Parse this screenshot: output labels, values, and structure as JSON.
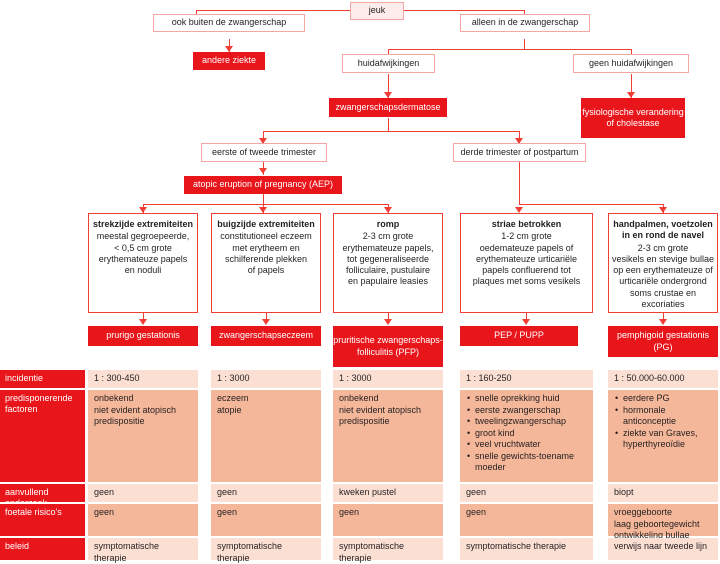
{
  "flow": {
    "root": {
      "label": "jeuk"
    },
    "level1": [
      {
        "label": "ook buiten de zwangerschap"
      },
      {
        "label": "alleen in de zwangerschap"
      }
    ],
    "outcome_other": {
      "label": "andere ziekte"
    },
    "level2": [
      {
        "label": "huidafwijkingen"
      },
      {
        "label": "geen huidafwijkingen"
      }
    ],
    "dermatose": {
      "label": "zwangerschapsdermatose"
    },
    "cholestase": {
      "label": "fysiologische verandering of cholestase"
    },
    "level3": [
      {
        "label": "eerste of tweede trimester"
      },
      {
        "label": "derde trimester of postpartum"
      }
    ],
    "aep": {
      "label": "atopic eruption of pregnancy (AEP)"
    }
  },
  "columns": [
    {
      "key": "prurigo",
      "desc_title": "strekzijde extremiteiten",
      "desc_body": "meestal gegroepeerde,\n< 0,5 cm grote\nerythemateuze papels\nen noduli",
      "diagnosis": "prurigo gestationis",
      "incidentie": "1 : 300-450",
      "predisponerende_factoren": "onbekend\nniet evident atopisch\npredispositie",
      "predisponerende_list": [],
      "aanvullend_onderzoek": "geen",
      "foetale_risicos": "geen",
      "beleid": "symptomatische therapie"
    },
    {
      "key": "eczeem",
      "desc_title": "buigzijde extremiteiten",
      "desc_body": "constitutioneel eczeem\nmet erytheem en\nschilferende plekken\nof papels",
      "diagnosis": "zwangerschapseczeem",
      "incidentie": "1 : 3000",
      "predisponerende_factoren": "eczeem\natopie",
      "predisponerende_list": [],
      "aanvullend_onderzoek": "geen",
      "foetale_risicos": "geen",
      "beleid": "symptomatische therapie"
    },
    {
      "key": "pfp",
      "desc_title": "romp",
      "desc_body": "2-3 cm grote\nerythemateuze papels,\ntot gegeneraliseerde\nfolliculaire, pustulaire\nen papulaire leasies",
      "diagnosis": "pruritische zwangerschaps-folliculitis (PFP)",
      "incidentie": "1 : 3000",
      "predisponerende_factoren": "onbekend\nniet evident atopisch\npredispositie",
      "predisponerende_list": [],
      "aanvullend_onderzoek": "kweken pustel",
      "foetale_risicos": "geen",
      "beleid": "symptomatische therapie"
    },
    {
      "key": "pep",
      "desc_title": "striae betrokken",
      "desc_body": "1-2 cm grote\noedemateuze papels of\nerythemateuze urticariële\npapels confluerend tot\nplaques met soms vesikels",
      "diagnosis": "PEP / PUPP",
      "incidentie": "1 : 160-250",
      "predisponerende_factoren": "",
      "predisponerende_list": [
        "snelle oprekking huid",
        "eerste zwangerschap",
        "tweelingzwangerschap",
        "groot kind",
        "veel vruchtwater",
        "snelle gewichts-toename moeder"
      ],
      "aanvullend_onderzoek": "geen",
      "foetale_risicos": "geen",
      "beleid": "symptomatische therapie"
    },
    {
      "key": "pg",
      "desc_title": "handpalmen, voetzolen in en rond de navel",
      "desc_body": "2-3 cm grote\nvesikels en stevige bullae\nop een erythemateuze of\nurticariële ondergrond\nsoms crustae en excoriaties",
      "diagnosis": "pemphigoid gestationis (PG)",
      "incidentie": "1 : 50.000-60.000",
      "predisponerende_factoren": "",
      "predisponerende_list": [
        "eerdere PG",
        "hormonale anticonceptie",
        "ziekte van Graves, hyperthyreoïdie"
      ],
      "aanvullend_onderzoek": "biopt",
      "foetale_risicos": "vroeggeboorte\nlaag geboortegewicht\nontwikkeling bullae",
      "beleid": "verwijs naar tweede lijn"
    }
  ],
  "table_rows": [
    {
      "key": "incidentie",
      "label": "incidentie"
    },
    {
      "key": "predisponerende_factoren",
      "label": "predisponerende factoren"
    },
    {
      "key": "aanvullend_onderzoek",
      "label": "aanvullend onderzoek"
    },
    {
      "key": "foetale_risicos",
      "label": "foetale risico's"
    },
    {
      "key": "beleid",
      "label": "beleid"
    }
  ],
  "colors": {
    "brand_red": "#e8151b",
    "line_red": "#ef3e33",
    "border_pink": "#f4a7a2",
    "cell_light": "#fbdfd3",
    "cell_dark": "#f5b79a",
    "tint_fill": "#fdeceb"
  }
}
